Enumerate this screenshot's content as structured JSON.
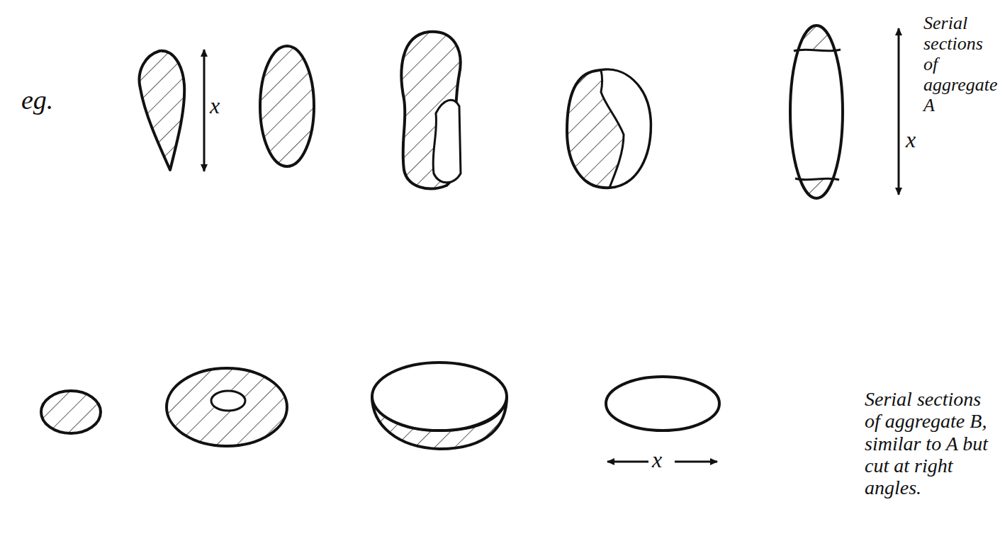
{
  "diagram": {
    "labels": [
      "eg.",
      "x",
      "x",
      "Serial sections of aggregate A",
      "x",
      "Serial sections of aggregate B, similar to A but cut at right angles."
    ]
  }
}
